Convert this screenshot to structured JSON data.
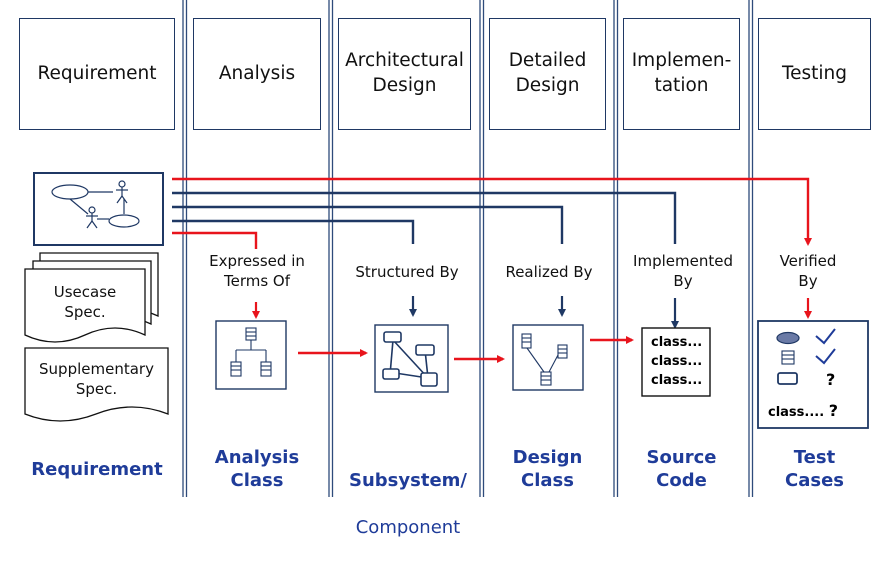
{
  "phases": [
    {
      "id": "requirement",
      "title": "Requirement",
      "artifact": "Requirement",
      "artifact_sub": ""
    },
    {
      "id": "analysis",
      "title": "Analysis",
      "trace": "Expressed in\nTerms Of",
      "artifact": "Analysis\nClass",
      "artifact_sub": ""
    },
    {
      "id": "arch",
      "title": "Architectural\nDesign",
      "trace": "Structured By",
      "artifact": "Subsystem/",
      "artifact_sub": "Component"
    },
    {
      "id": "detailed",
      "title": "Detailed\nDesign",
      "trace": "Realized By",
      "artifact": "Design\nClass",
      "artifact_sub": ""
    },
    {
      "id": "impl",
      "title": "Implemen-\ntation",
      "trace": "Implemented\nBy",
      "artifact": "Source\nCode",
      "artifact_sub": ""
    },
    {
      "id": "testing",
      "title": "Testing",
      "trace": "Verified\nBy",
      "artifact": "Test\nCases",
      "artifact_sub": ""
    }
  ],
  "documents": {
    "usecase": "Usecase\nSpec.",
    "supplementary": "Supplementary\nSpec."
  },
  "source_code_lines": [
    "class...",
    "class...",
    "class..."
  ],
  "test_case_text": {
    "line1": "class.... ",
    "q": "?"
  },
  "colors": {
    "accent_blue": "#1F3864",
    "text_blue": "#1F3C99",
    "red": "#E8141C",
    "divider": "#2E4B7B"
  }
}
